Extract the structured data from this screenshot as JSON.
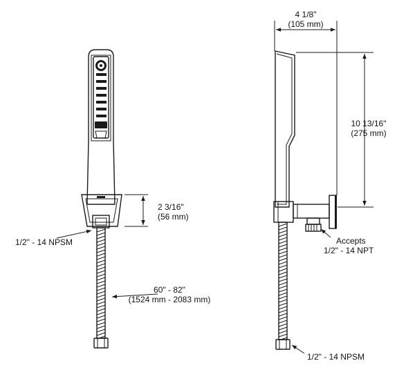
{
  "left_view": {
    "holder_height_label": "2 3/16\"",
    "holder_height_metric": "(56 mm)",
    "inlet_thread_label": "1/2\" - 14 NPSM",
    "hose_length_label": "60\" - 82\"",
    "hose_length_metric": "(1524 mm - 2083 mm)"
  },
  "right_view": {
    "depth_label": "4 1/8\"",
    "depth_metric": "(105 mm)",
    "height_label": "10 13/16\"",
    "height_metric": "(275 mm)",
    "accepts_label": "Accepts",
    "accepts_thread": "1/2\" - 14 NPT",
    "hose_thread_label": "1/2\" - 14 NPSM"
  },
  "colors": {
    "ink": "#1a1a1a",
    "background": "#ffffff"
  }
}
